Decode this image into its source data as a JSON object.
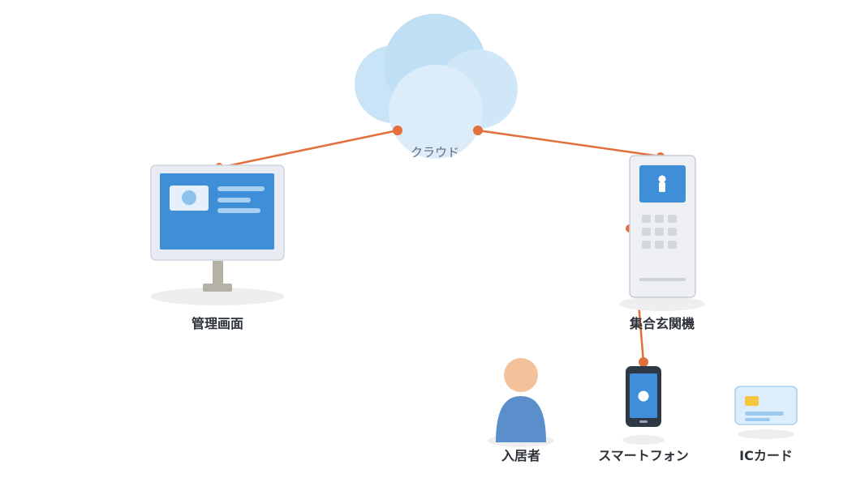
{
  "nodes": {
    "cloud": {
      "label": "クラウド"
    },
    "admin": {
      "label": "管理画面"
    },
    "intercom": {
      "label": "集合玄関機"
    },
    "resident": {
      "label": "入居者"
    },
    "smartphone": {
      "label": "スマートフォン"
    },
    "iccard": {
      "label": "ICカード"
    }
  },
  "colors": {
    "connector": "#e2703d",
    "screen": "#3e8fd8",
    "cloud_dark": "#bfdff4",
    "cloud_light": "#d9ecf9",
    "skin": "#f3c19a",
    "shirt": "#5b8fcb",
    "card_chip": "#f5c640"
  },
  "icons": {
    "cloud": "cloud-icon",
    "admin": "monitor-icon",
    "intercom": "intercom-panel-icon",
    "resident": "person-icon",
    "smartphone": "smartphone-icon",
    "iccard": "ic-card-icon"
  }
}
